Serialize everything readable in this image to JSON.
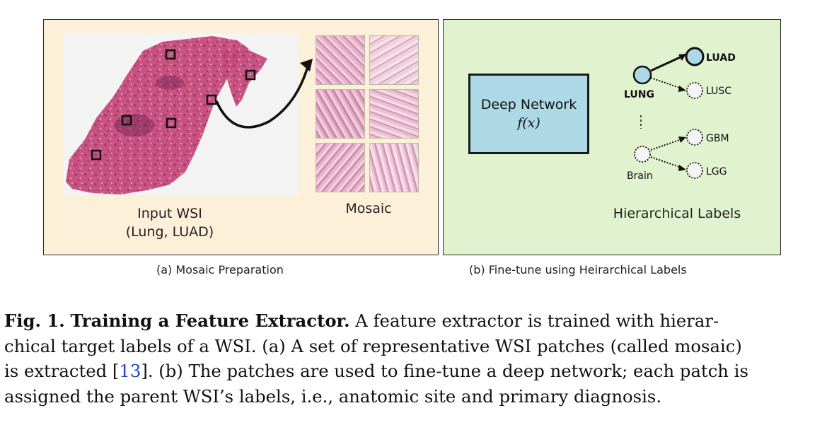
{
  "panel_a": {
    "input_label_line1": "Input WSI",
    "input_label_line2": "(Lung, LUAD)",
    "mosaic_label": "Mosaic",
    "caption": "(a) Mosaic Preparation"
  },
  "panel_b": {
    "network_title": "Deep Network",
    "network_fx": "f(x)",
    "tree": {
      "root_site_1": "LUNG",
      "child_1a": "LUAD",
      "child_1b": "LUSC",
      "root_site_2": "Brain",
      "child_2a": "GBM",
      "child_2b": "LGG"
    },
    "hierarchy_label": "Hierarchical Labels",
    "caption": "(b) Fine-tune using Heirarchical Labels"
  },
  "figure_caption": {
    "fig_label": "Fig. 1.",
    "fig_title": "Training a Feature Extractor.",
    "line1_rest": "A feature extractor is trained with hierar-",
    "line2": "chical target labels of a WSI. (a) A set of representative WSI patches (called mosaic)",
    "line3_pre": "is extracted [",
    "citation": "13",
    "line3_post": "]. (b) The patches are used to fine-tune a deep network; each patch is",
    "line4": "assigned the parent WSI’s labels, i.e., anatomic site and primary diagnosis."
  },
  "colors": {
    "panel_a_bg": "#fdf0d8",
    "panel_b_bg": "#e0f2ce",
    "network_box": "#add8e6",
    "tissue": "#c9477a",
    "citation_link": "#1f44c8"
  }
}
